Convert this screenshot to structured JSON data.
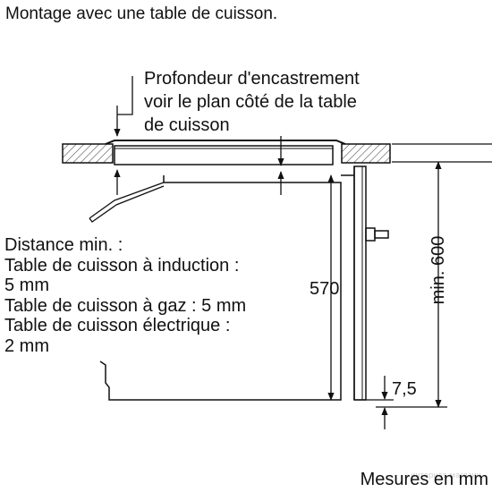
{
  "title": "Montage avec une table de cuisson.",
  "depth_note": {
    "lines": [
      "Profondeur d'encastrement",
      "voir le plan côté de la table",
      "de cuisson"
    ]
  },
  "min_distance": {
    "lines": [
      "Distance min. :",
      "Table de cuisson à induction :",
      "5 mm",
      "Table de cuisson à gaz : 5 mm",
      "Table de cuisson électrique :",
      "2 mm"
    ]
  },
  "dimensions": {
    "height_570": "570",
    "gap_7_5": "7,5",
    "niche_min_600": "min. 600"
  },
  "units_label": "Mesures en mm",
  "watermark": "интернет-магазин"
}
